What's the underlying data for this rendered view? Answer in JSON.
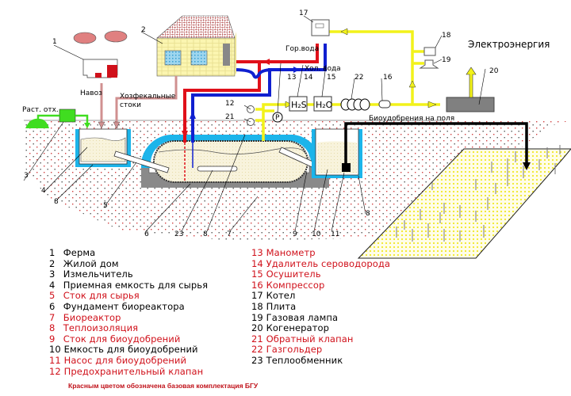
{
  "diagram": {
    "title_labels": {
      "electricity": "Электроэнергия",
      "hot_water": "Гор.вода",
      "cold_water": "Хол. вода",
      "manure": "Навоз",
      "household_waste_line1": "Хозфекальные",
      "household_waste_line2": "стоки",
      "plant_waste": "Раст. отх.",
      "biofertilizer_to_fields": "Биоудобрения на поля",
      "h2s": "H₂S",
      "h2o": "H₂O",
      "pressure_gauge": "P"
    },
    "callouts": [
      "1",
      "2",
      "3",
      "4",
      "5",
      "6",
      "7",
      "8",
      "9",
      "10",
      "11",
      "12",
      "13",
      "14",
      "15",
      "16",
      "17",
      "18",
      "19",
      "20",
      "21",
      "22",
      "23"
    ],
    "colors": {
      "hot_pipe": "#e0101a",
      "cold_pipe": "#1020d0",
      "gas_pipe": "#f2f21a",
      "insulation": "#1cb4ea",
      "substrate": "#f5f0d8",
      "foundation": "#8a8a8a",
      "soil_dots": "#d04040",
      "cogenerator": "#808080",
      "shredder": "#40dd20",
      "highlight_red": "#d0101a"
    }
  },
  "legend": {
    "items": [
      {
        "num": "1",
        "label": "Ферма",
        "base": false
      },
      {
        "num": "2",
        "label": "Жилой дом",
        "base": false
      },
      {
        "num": "3",
        "label": "Измельчитель",
        "base": false
      },
      {
        "num": "4",
        "label": "Приемная емкость для сырья",
        "base": false
      },
      {
        "num": "5",
        "label": "Сток для сырья",
        "base": true
      },
      {
        "num": "6",
        "label": "Фундамент биореактора",
        "base": false
      },
      {
        "num": "7",
        "label": "Биореактор",
        "base": true
      },
      {
        "num": "8",
        "label": "Теплоизоляция",
        "base": true
      },
      {
        "num": "9",
        "label": "Сток для биоудобрений",
        "base": true
      },
      {
        "num": "10",
        "label": "Емкость для биоудобрений",
        "base": false
      },
      {
        "num": "11",
        "label": "Насос для биоудобрений",
        "base": true
      },
      {
        "num": "12",
        "label": "Предохранительный клапан",
        "base": true
      },
      {
        "num": "13",
        "label": "Манометр",
        "base": true
      },
      {
        "num": "14",
        "label": "Удалитель сероводорода",
        "base": true
      },
      {
        "num": "15",
        "label": "Осушитель",
        "base": true
      },
      {
        "num": "16",
        "label": "Компрессор",
        "base": true
      },
      {
        "num": "17",
        "label": "Котел",
        "base": false
      },
      {
        "num": "18",
        "label": "Плита",
        "base": false
      },
      {
        "num": "19",
        "label": "Газовая лампа",
        "base": false
      },
      {
        "num": "20",
        "label": "Когенератор",
        "base": false
      },
      {
        "num": "21",
        "label": "Обратный клапан",
        "base": true
      },
      {
        "num": "22",
        "label": "Газгольдер",
        "base": true
      },
      {
        "num": "23",
        "label": "Теплообменник",
        "base": false
      }
    ]
  },
  "footnote": "Красным цветом обозначена базовая комплектация БГУ"
}
